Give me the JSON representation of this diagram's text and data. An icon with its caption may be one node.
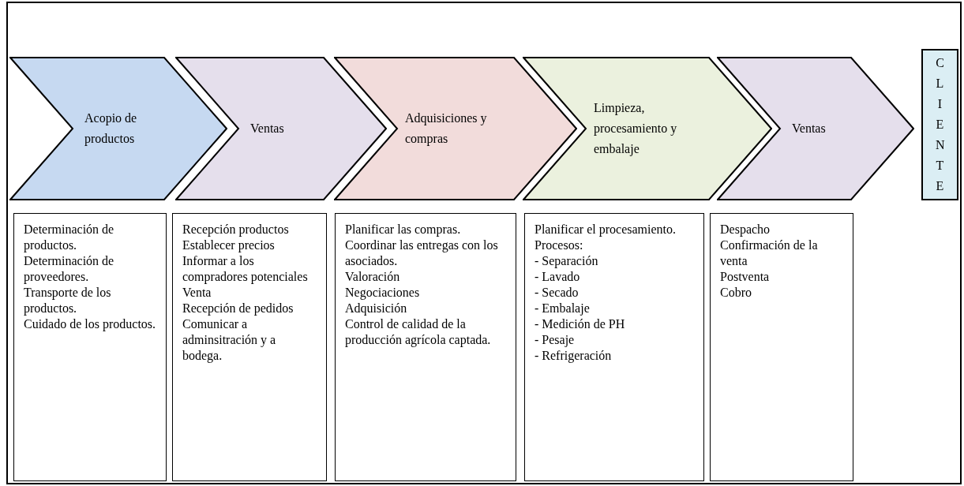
{
  "diagram": {
    "nodes": [
      {
        "text": [
          "Acopio de productos"
        ]
      },
      {
        "text": [
          "Ventas"
        ]
      },
      {
        "text": [
          "Adquisiciones y compras"
        ]
      },
      {
        "text": [
          "Limpieza, procesamiento y embalaje"
        ]
      },
      {
        "text": [
          "Ventas"
        ]
      },
      {
        "text": [
          "CLIENTE"
        ]
      },
      {
        "text": [
          "Determinación de productos.",
          "Determinación de proveedores.",
          "Transporte de los productos.",
          "Cuidado de los productos."
        ]
      },
      {
        "text": [
          "Recepción productos",
          "Establecer precios",
          "Informar a los compradores potenciales",
          "Venta",
          "Recepción de pedidos",
          "Comunicar a adminsitración y a bodega."
        ]
      },
      {
        "text": [
          "Planificar las compras.",
          "Coordinar las entregas con los asociados.",
          "Valoración",
          "Negociaciones",
          "Adquisición",
          "Control de calidad de la producción agrícola captada."
        ]
      },
      {
        "text": [
          "Planificar el procesamiento.",
          "Procesos:",
          "- Separación",
          "- Lavado",
          "- Secado",
          "- Embalaje",
          "- Medición de PH",
          "- Pesaje",
          "- Refrigeración"
        ]
      },
      {
        "text": [
          "Despacho",
          "Confirmación de la venta",
          "Postventa",
          "Cobro"
        ]
      }
    ],
    "edges": []
  }
}
